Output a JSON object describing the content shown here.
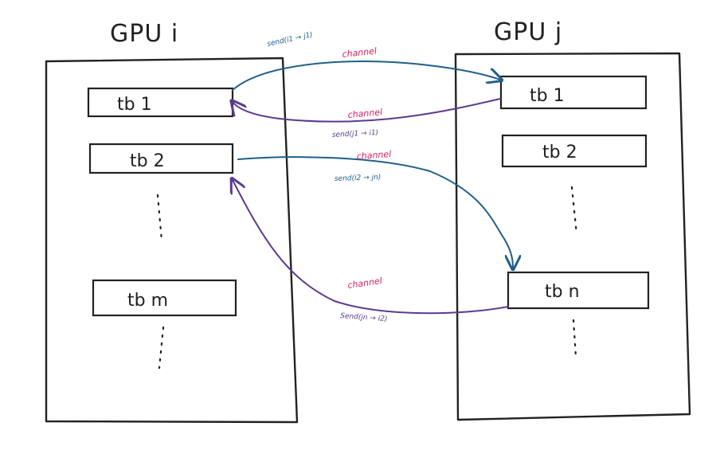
{
  "colors": {
    "forward": "#1f5f8b",
    "backward": "#5b3a8f",
    "channel_label": "#d81b60",
    "send_forward": "#1f5f8b",
    "send_backward": "#5b3a8f"
  },
  "gpu_i": {
    "title": "GPU i",
    "blocks": [
      "tb 1",
      "tb 2",
      "tb m"
    ]
  },
  "gpu_j": {
    "title": "GPU j",
    "blocks": [
      "tb 1",
      "tb 2",
      "tb n"
    ]
  },
  "links": [
    {
      "channel": "channel",
      "send": "send(i1 → j1)"
    },
    {
      "channel": "channel",
      "send": "send(j1 → i1)"
    },
    {
      "channel": "channel",
      "send": "send(i2 → jn)"
    },
    {
      "channel": "channel",
      "send": "Send(jn → i2)"
    }
  ]
}
